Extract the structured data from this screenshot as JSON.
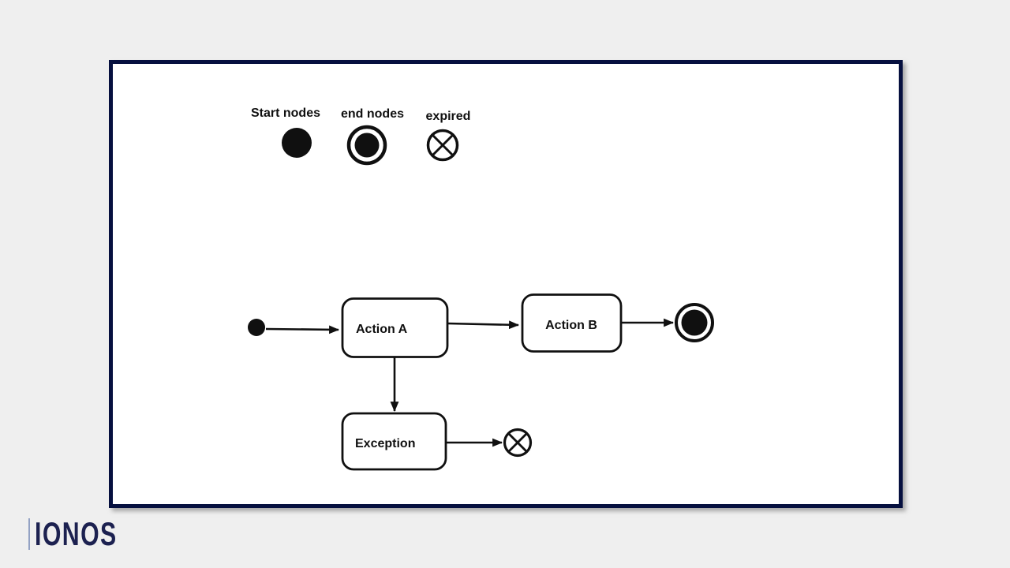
{
  "page": {
    "background_color": "#efefef",
    "frame_border_color": "#06103f",
    "ink_color": "#101010"
  },
  "legend": {
    "start_label": "Start nodes",
    "end_label": "end nodes",
    "expired_label": "expired"
  },
  "diagram": {
    "type": "activity-diagram",
    "nodes": [
      {
        "id": "start",
        "kind": "start-node",
        "label": ""
      },
      {
        "id": "action-a",
        "kind": "action",
        "label": "Action A"
      },
      {
        "id": "action-b",
        "kind": "action",
        "label": "Action B"
      },
      {
        "id": "end",
        "kind": "end-node",
        "label": ""
      },
      {
        "id": "exception",
        "kind": "action",
        "label": "Exception"
      },
      {
        "id": "expired",
        "kind": "expired-node",
        "label": ""
      }
    ],
    "edges": [
      {
        "from": "start",
        "to": "action-a"
      },
      {
        "from": "action-a",
        "to": "action-b"
      },
      {
        "from": "action-b",
        "to": "end"
      },
      {
        "from": "action-a",
        "to": "exception"
      },
      {
        "from": "exception",
        "to": "expired"
      }
    ]
  },
  "branding": {
    "logo_text": "IONOS",
    "logo_color": "#1c2150"
  }
}
